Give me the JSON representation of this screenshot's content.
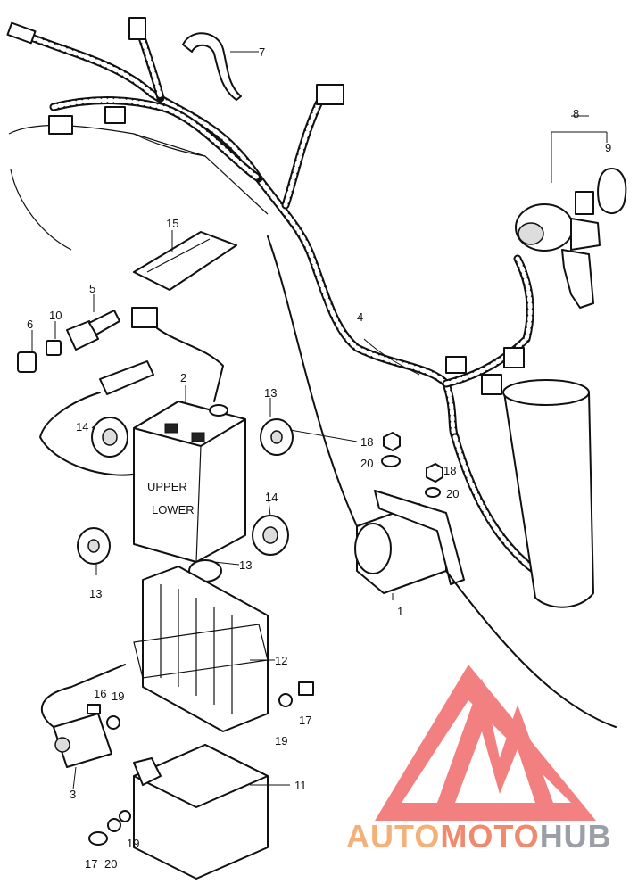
{
  "callouts": [
    {
      "id": "c1",
      "label": "1"
    },
    {
      "id": "c2",
      "label": "2"
    },
    {
      "id": "c3",
      "label": "3"
    },
    {
      "id": "c4",
      "label": "4"
    },
    {
      "id": "c5",
      "label": "5"
    },
    {
      "id": "c6",
      "label": "6"
    },
    {
      "id": "c7",
      "label": "7"
    },
    {
      "id": "c8",
      "label": "8"
    },
    {
      "id": "c9",
      "label": "9"
    },
    {
      "id": "c10",
      "label": "10"
    },
    {
      "id": "c11",
      "label": "11"
    },
    {
      "id": "c12",
      "label": "12"
    },
    {
      "id": "c13a",
      "label": "13"
    },
    {
      "id": "c13b",
      "label": "13"
    },
    {
      "id": "c13c",
      "label": "13"
    },
    {
      "id": "c14a",
      "label": "14"
    },
    {
      "id": "c14b",
      "label": "14"
    },
    {
      "id": "c15",
      "label": "15"
    },
    {
      "id": "c16",
      "label": "16"
    },
    {
      "id": "c17a",
      "label": "17"
    },
    {
      "id": "c17b",
      "label": "17"
    },
    {
      "id": "c18a",
      "label": "18"
    },
    {
      "id": "c18b",
      "label": "18"
    },
    {
      "id": "c19a",
      "label": "19"
    },
    {
      "id": "c19b",
      "label": "19"
    },
    {
      "id": "c19c",
      "label": "19"
    },
    {
      "id": "c20a",
      "label": "20"
    },
    {
      "id": "c20b",
      "label": "20"
    },
    {
      "id": "c20c",
      "label": "20"
    }
  ],
  "battery": {
    "upper_label": "UPPER",
    "lower_label": "LOWER"
  },
  "watermark": {
    "part1": "AUTO",
    "part2": "MOTO",
    "part3": "HUB",
    "colors": {
      "auto": "#f5b07a",
      "moto": "#f08a6e",
      "hub": "#9aa0a6",
      "logo": "#f26b6b"
    }
  }
}
